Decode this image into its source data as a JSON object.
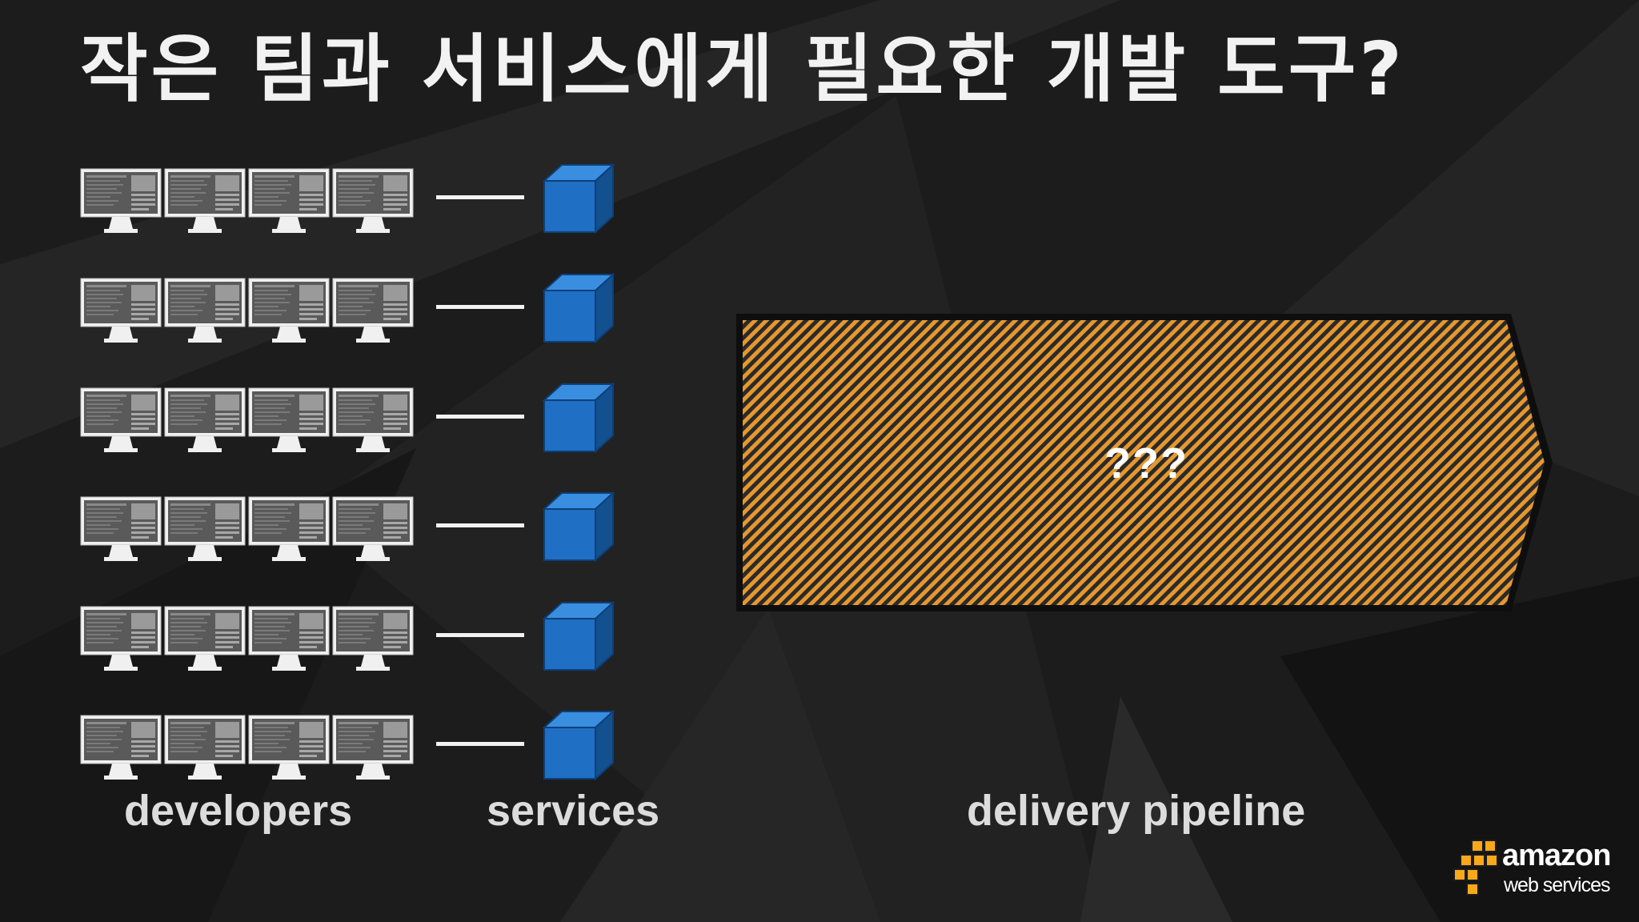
{
  "slide": {
    "title": "작은 팀과 서비스에게 필요한 개발 도구?",
    "background_color": "#1c1c1c"
  },
  "diagram": {
    "rows": [
      {
        "monitors": 4,
        "service": "cube"
      },
      {
        "monitors": 4,
        "service": "cube"
      },
      {
        "monitors": 4,
        "service": "cube"
      },
      {
        "monitors": 4,
        "service": "cube"
      },
      {
        "monitors": 4,
        "service": "cube"
      },
      {
        "monitors": 4,
        "service": "cube"
      }
    ],
    "captions": {
      "developers": "developers",
      "services": "services",
      "pipeline": "delivery pipeline"
    },
    "pipeline_label": "???",
    "colors": {
      "cube": "#1f6fc5",
      "pipeline_stripe_orange": "#e6982e",
      "pipeline_stripe_dark": "#2a2a2a",
      "connector": "#f2f2f2"
    }
  },
  "branding": {
    "logo_word": "amazon",
    "logo_sub": "web services",
    "logo_color": "#f7a81b"
  }
}
